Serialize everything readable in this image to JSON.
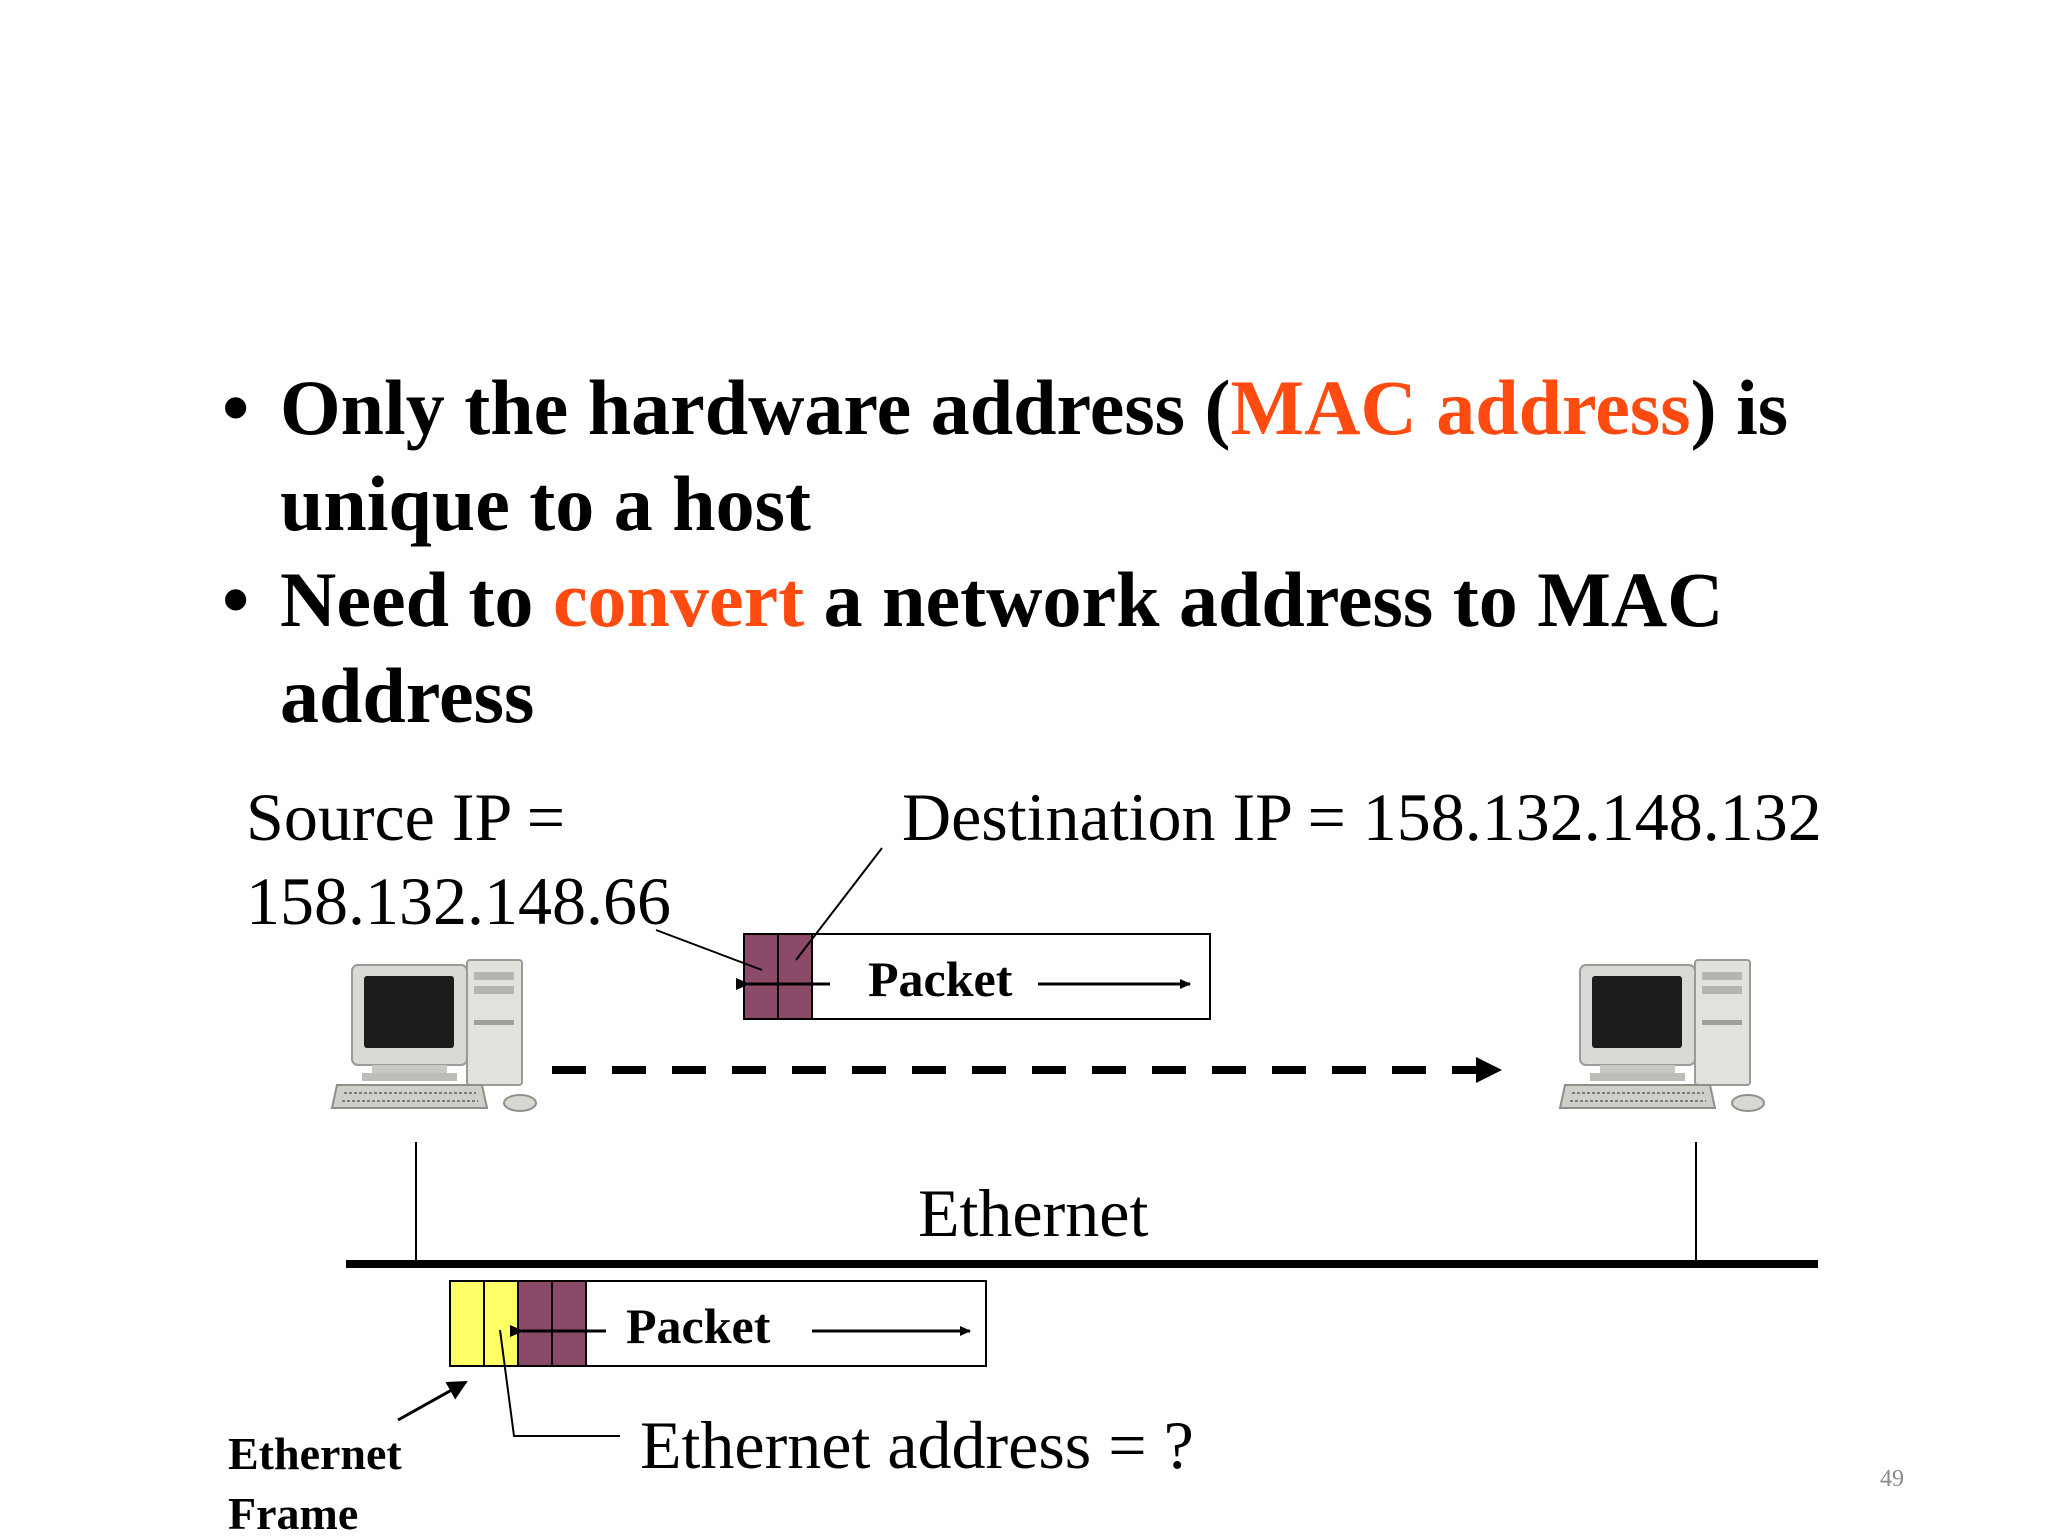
{
  "bullets": [
    {
      "marker": "•",
      "parts": [
        {
          "text": "Only the hardware address (",
          "highlight": false
        },
        {
          "text": "MAC address",
          "highlight": true
        },
        {
          "text": ") is unique to a host",
          "highlight": false
        }
      ]
    },
    {
      "marker": "•",
      "parts": [
        {
          "text": "Need to ",
          "highlight": false
        },
        {
          "text": "convert",
          "highlight": true
        },
        {
          "text": " a network address to MAC address",
          "highlight": false
        }
      ]
    }
  ],
  "diagram": {
    "source_ip_label": "Source IP =",
    "source_ip_value": "158.132.148.66",
    "destination_ip": "Destination IP = 158.132.148.132",
    "packet_label": "Packet",
    "ethernet_label": "Ethernet",
    "ethernet_address": "Ethernet address = ?",
    "frame_label_line1": "Ethernet",
    "frame_label_line2": "Frame"
  },
  "colors": {
    "highlight": "#ff4a10",
    "ip_header": "#8b4a68",
    "mac_header": "#ffff66",
    "text": "#000000",
    "page_number": "#8a8a8a"
  },
  "icons": {
    "source_host": "desktop-computer-icon",
    "destination_host": "desktop-computer-icon"
  },
  "page_number": "49"
}
